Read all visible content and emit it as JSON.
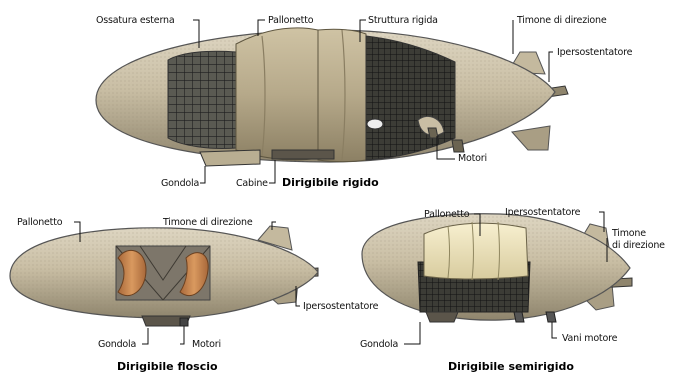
{
  "rigid": {
    "title": "Dirigibile rigido",
    "labels": {
      "outer_frame": "Ossatura esterna",
      "gas_cell": "Pallonetto",
      "rigid_structure": "Struttura rigida",
      "rudder": "Timone di direzione",
      "stabilizer": "Ipersostentatore",
      "engines": "Motori",
      "gondola": "Gondola",
      "cabins": "Cabine"
    }
  },
  "flaccid": {
    "title": "Dirigibile floscio",
    "labels": {
      "gas_cell": "Pallonetto",
      "rudder": "Timone di direzione",
      "stabilizer": "Ipersostentatore",
      "gondola": "Gondola",
      "engines": "Motori"
    }
  },
  "semirigid": {
    "title": "Dirigibile semirigido",
    "labels": {
      "gas_cell": "Pallonetto",
      "stabilizer": "Ipersostentatore",
      "rudder_line1": "Timone",
      "rudder_line2": "di direzione",
      "gondola": "Gondola",
      "engine_bays": "Vani motore"
    }
  },
  "colors": {
    "hull": "#c9bea4",
    "hull_shade": "#9e9379",
    "hull_dark": "#6b6452",
    "gas_cell": "#b6a98a",
    "gas_flaccid": "#c98a52",
    "gas_semirigid": "#f0e6c0",
    "frame": "#3a3a3a"
  }
}
